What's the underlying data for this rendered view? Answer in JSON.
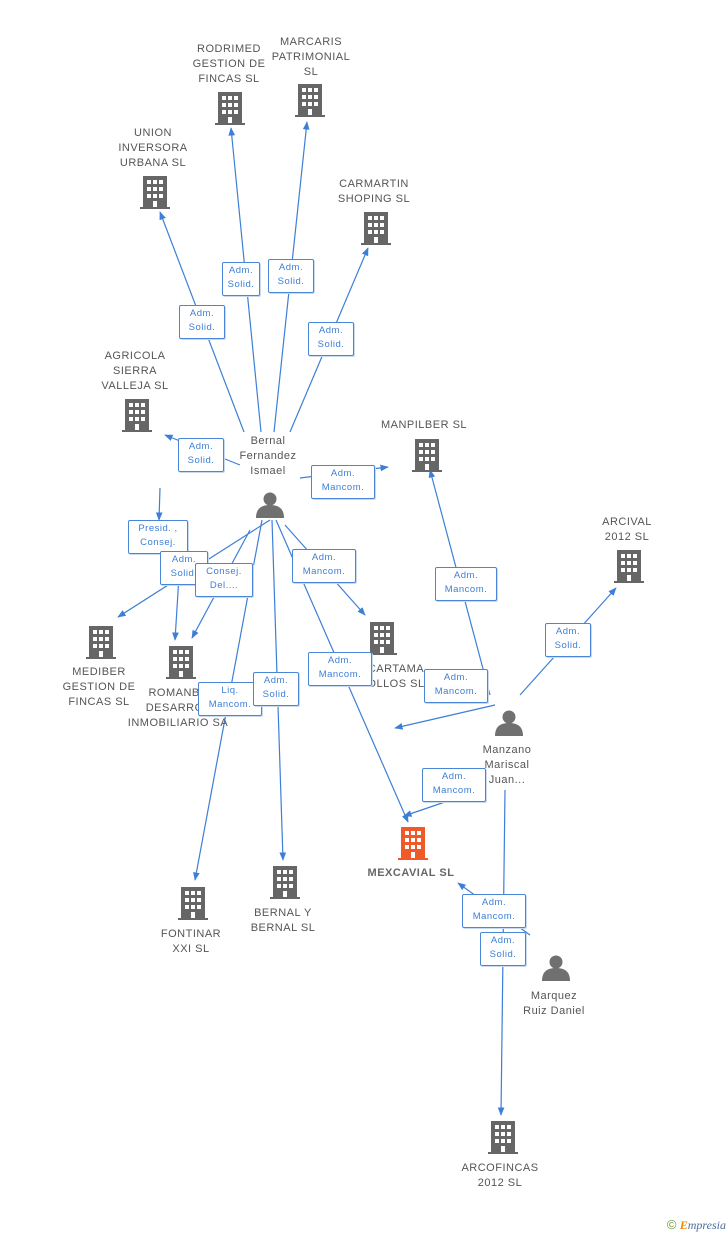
{
  "colors": {
    "edge": "#3d7fd6",
    "company": "#666666",
    "company_focus": "#f05a28",
    "person": "#707070",
    "role_border": "#4a86d8",
    "role_text": "#3d7fd6"
  },
  "nodes": [
    {
      "id": "rodrimed",
      "type": "company",
      "icon": "building-icon",
      "label": [
        "RODRIMED",
        "GESTION DE",
        "FINCAS SL"
      ]
    },
    {
      "id": "marcaris",
      "type": "company",
      "icon": "building-icon",
      "label": [
        "MARCARIS",
        "PATRIMONIAL",
        "SL"
      ]
    },
    {
      "id": "union",
      "type": "company",
      "icon": "building-icon",
      "label": [
        "UNION",
        "INVERSORA",
        "URBANA SL"
      ]
    },
    {
      "id": "carmartin",
      "type": "company",
      "icon": "building-icon",
      "label": [
        "CARMARTIN",
        "SHOPING SL"
      ]
    },
    {
      "id": "agricola",
      "type": "company",
      "icon": "building-icon",
      "label": [
        "AGRICOLA",
        "SIERRA",
        "VALLEJA SL"
      ]
    },
    {
      "id": "manpilber",
      "type": "company",
      "icon": "building-icon",
      "label": [
        "MANPILBER SL"
      ]
    },
    {
      "id": "arcival",
      "type": "company",
      "icon": "building-icon",
      "label": [
        "ARCIVAL",
        "2012 SL"
      ]
    },
    {
      "id": "mediber",
      "type": "company",
      "icon": "building-icon",
      "label": [
        "MEDIBER",
        "GESTION DE",
        "FINCAS SL"
      ]
    },
    {
      "id": "romanbe",
      "type": "company",
      "icon": "building-icon",
      "label": [
        "ROMANBE",
        "DESARROL",
        "INMOBILIARIO SA"
      ]
    },
    {
      "id": "cartama",
      "type": "company",
      "icon": "building-icon",
      "label": [
        "CARTAMA",
        "OLLOS SL"
      ]
    },
    {
      "id": "mexcavial",
      "type": "company-focus",
      "icon": "building-icon",
      "label": [
        "MEXCAVIAL SL"
      ]
    },
    {
      "id": "fontinar",
      "type": "company",
      "icon": "building-icon",
      "label": [
        "FONTINAR",
        "XXI SL"
      ]
    },
    {
      "id": "bernalybernal",
      "type": "company",
      "icon": "building-icon",
      "label": [
        "BERNAL Y",
        "BERNAL SL"
      ]
    },
    {
      "id": "arcofincas",
      "type": "company",
      "icon": "building-icon",
      "label": [
        "ARCOFINCAS",
        "2012 SL"
      ]
    },
    {
      "id": "bernal",
      "type": "person",
      "icon": "person-icon",
      "label": [
        "Bernal",
        "Fernandez",
        "Ismael"
      ]
    },
    {
      "id": "manzano",
      "type": "person",
      "icon": "person-icon",
      "label": [
        "Manzano",
        "Mariscal",
        "Juan..."
      ]
    },
    {
      "id": "marquez",
      "type": "person",
      "icon": "person-icon",
      "label": [
        "Marquez",
        "Ruiz Daniel"
      ]
    }
  ],
  "roles": [
    {
      "lines": [
        "Adm.",
        "Solid."
      ]
    },
    {
      "lines": [
        "Adm.",
        "Solid."
      ]
    },
    {
      "lines": [
        "Adm.",
        "Solid."
      ]
    },
    {
      "lines": [
        "Adm.",
        "Solid."
      ]
    },
    {
      "lines": [
        "Adm.",
        "Solid."
      ]
    },
    {
      "lines": [
        "Adm.",
        "Mancom."
      ]
    },
    {
      "lines": [
        "Presid. ,",
        "Consej."
      ]
    },
    {
      "lines": [
        "Adm.",
        "Solid."
      ]
    },
    {
      "lines": [
        "Consej.",
        "Del...."
      ]
    },
    {
      "lines": [
        "Adm.",
        "Mancom."
      ]
    },
    {
      "lines": [
        "Adm.",
        "Mancom."
      ]
    },
    {
      "lines": [
        "Liq.",
        "Mancom."
      ]
    },
    {
      "lines": [
        "Adm.",
        "Solid."
      ]
    },
    {
      "lines": [
        "Adm.",
        "Mancom."
      ]
    },
    {
      "lines": [
        "Adm.",
        "Solid."
      ]
    },
    {
      "lines": [
        "Adm.",
        "Mancom."
      ]
    },
    {
      "lines": [
        "Adm.",
        "Mancom."
      ]
    },
    {
      "lines": [
        "Adm.",
        "Mancom."
      ]
    },
    {
      "lines": [
        "Adm.",
        "Solid."
      ]
    }
  ],
  "watermark": {
    "copyright": "©",
    "brand_first": "E",
    "brand_rest": "mpresia"
  }
}
